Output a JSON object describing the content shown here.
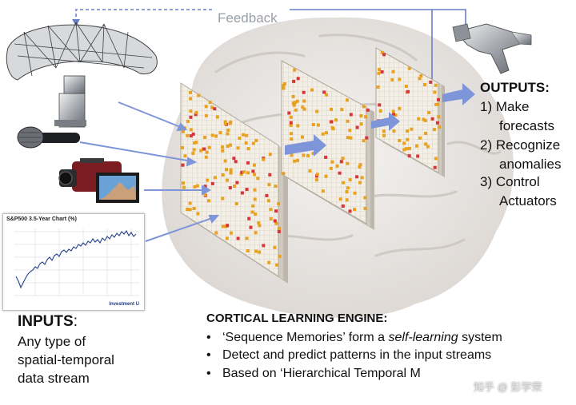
{
  "feedback_label": "Feedback",
  "outputs": {
    "title": "OUTPUTS:",
    "items": [
      {
        "line1": "1) Make",
        "line2": "forecasts"
      },
      {
        "line1": "2) Recognize",
        "line2": "anomalies"
      },
      {
        "line1": "3) Control",
        "line2": "Actuators"
      }
    ]
  },
  "inputs": {
    "title": "INPUTS",
    "colon": ":",
    "lines": [
      "Any type of",
      "spatial-temporal",
      "data stream"
    ]
  },
  "engine": {
    "title": "CORTICAL LEARNING ENGINE:",
    "bullets": [
      {
        "pre": "‘Sequence Memories’ form a ",
        "em": "self-learning",
        "post": " system"
      },
      {
        "pre": "Detect and predict patterns in the input streams",
        "em": "",
        "post": ""
      },
      {
        "pre": "Based on ‘Hierarchical Temporal M",
        "em": "",
        "post": ""
      }
    ]
  },
  "sp_chart": {
    "title": "S&P500 3.5-Year Chart (%)",
    "brand": "Investment U"
  },
  "watermark": "知乎 @ 彭学荣",
  "colors": {
    "arrow": "#7f95d9",
    "feedback_line": "#6a7fc9",
    "cell_orange": "#e8a21f",
    "cell_red": "#d8353a",
    "brain": "#ece9e6"
  },
  "icons": [
    "radar-dish-icon",
    "microphone-icon",
    "camcorder-icon",
    "robot-hand-icon",
    "stock-chart-icon"
  ]
}
